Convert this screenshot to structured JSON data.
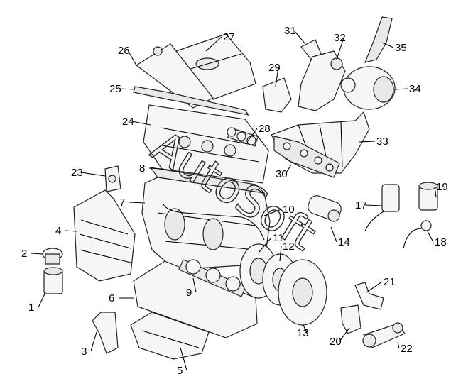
{
  "diagram": {
    "watermark": "AutoSoft",
    "parts": [
      {
        "id": "1",
        "label": "1",
        "name": "oil-filter"
      },
      {
        "id": "2",
        "label": "2",
        "name": "oil-filter-housing"
      },
      {
        "id": "3",
        "label": "3",
        "name": "oil-pump-pickup"
      },
      {
        "id": "4",
        "label": "4",
        "name": "engine-side-shield"
      },
      {
        "id": "5",
        "label": "5",
        "name": "oil-pan"
      },
      {
        "id": "6",
        "label": "6",
        "name": "oil-pan-baffle"
      },
      {
        "id": "7",
        "label": "7",
        "name": "engine-block"
      },
      {
        "id": "8",
        "label": "8",
        "name": "head-gasket"
      },
      {
        "id": "9",
        "label": "9",
        "name": "crankshaft"
      },
      {
        "id": "10",
        "label": "10",
        "name": "dipstick-tube"
      },
      {
        "id": "11",
        "label": "11",
        "name": "flywheel"
      },
      {
        "id": "12",
        "label": "12",
        "name": "clutch-disc"
      },
      {
        "id": "13",
        "label": "13",
        "name": "pressure-plate"
      },
      {
        "id": "14",
        "label": "14",
        "name": "starter"
      },
      {
        "id": "17",
        "label": "17",
        "name": "sensor-17"
      },
      {
        "id": "18",
        "label": "18",
        "name": "sensor-18"
      },
      {
        "id": "19",
        "label": "19",
        "name": "sensor-19"
      },
      {
        "id": "20",
        "label": "20",
        "name": "engine-mount-bracket-20"
      },
      {
        "id": "21",
        "label": "21",
        "name": "engine-mount-bracket-21"
      },
      {
        "id": "22",
        "label": "22",
        "name": "torque-rod"
      },
      {
        "id": "23",
        "label": "23",
        "name": "engine-mount-23"
      },
      {
        "id": "24",
        "label": "24",
        "name": "cylinder-head"
      },
      {
        "id": "25",
        "label": "25",
        "name": "valve-cover-gasket"
      },
      {
        "id": "26",
        "label": "26",
        "name": "valve-cover"
      },
      {
        "id": "27",
        "label": "27",
        "name": "engine-cover"
      },
      {
        "id": "28",
        "label": "28",
        "name": "camshaft"
      },
      {
        "id": "29",
        "label": "29",
        "name": "heat-shield-29"
      },
      {
        "id": "30",
        "label": "30",
        "name": "manifold-gasket"
      },
      {
        "id": "31",
        "label": "31",
        "name": "heat-shield-31"
      },
      {
        "id": "32",
        "label": "32",
        "name": "catalytic-converter"
      },
      {
        "id": "33",
        "label": "33",
        "name": "exhaust-manifold"
      },
      {
        "id": "34",
        "label": "34",
        "name": "turbocharger"
      },
      {
        "id": "35",
        "label": "35",
        "name": "support-bracket"
      }
    ]
  }
}
